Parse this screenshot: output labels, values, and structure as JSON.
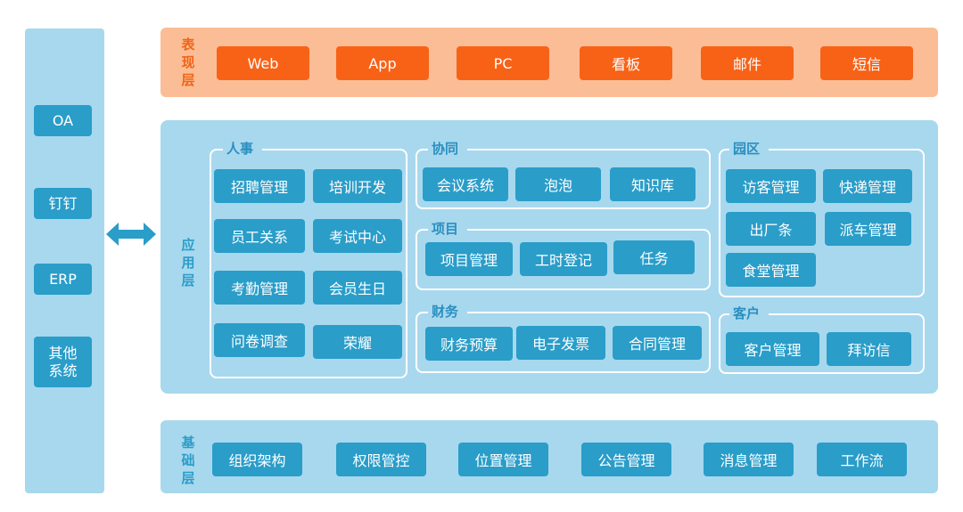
{
  "external_systems": [
    "OA",
    "钉钉",
    "ERP",
    "其他\n系统"
  ],
  "presentation_layer": {
    "title": "表\n现\n层",
    "items": [
      "Web",
      "App",
      "PC",
      "看板",
      "邮件",
      "短信"
    ]
  },
  "application_layer": {
    "title": "应\n用\n层",
    "groups": {
      "hr": {
        "title": "人事",
        "items": [
          "招聘管理",
          "培训开发",
          "员工关系",
          "考试中心",
          "考勤管理",
          "会员生日",
          "问卷调查",
          "荣耀"
        ]
      },
      "collab": {
        "title": "协同",
        "items": [
          "会议系统",
          "泡泡",
          "知识库"
        ]
      },
      "project": {
        "title": "项目",
        "items": [
          "项目管理",
          "工时登记",
          "任务"
        ]
      },
      "finance": {
        "title": "财务",
        "items": [
          "财务预算",
          "电子发票",
          "合同管理"
        ]
      },
      "park": {
        "title": "园区",
        "items": [
          "访客管理",
          "快递管理",
          "出厂条",
          "派车管理",
          "食堂管理"
        ]
      },
      "customer": {
        "title": "客户",
        "items": [
          "客户管理",
          "拜访信"
        ]
      }
    }
  },
  "base_layer": {
    "title": "基\n础\n层",
    "items": [
      "组织架构",
      "权限管控",
      "位置管理",
      "公告管理",
      "消息管理",
      "工作流"
    ]
  },
  "colors": {
    "orange_accent": "#f76217",
    "orange_panel": "#fbbd95",
    "blue_accent": "#2a9dc9",
    "blue_panel": "#a8d8ee"
  }
}
